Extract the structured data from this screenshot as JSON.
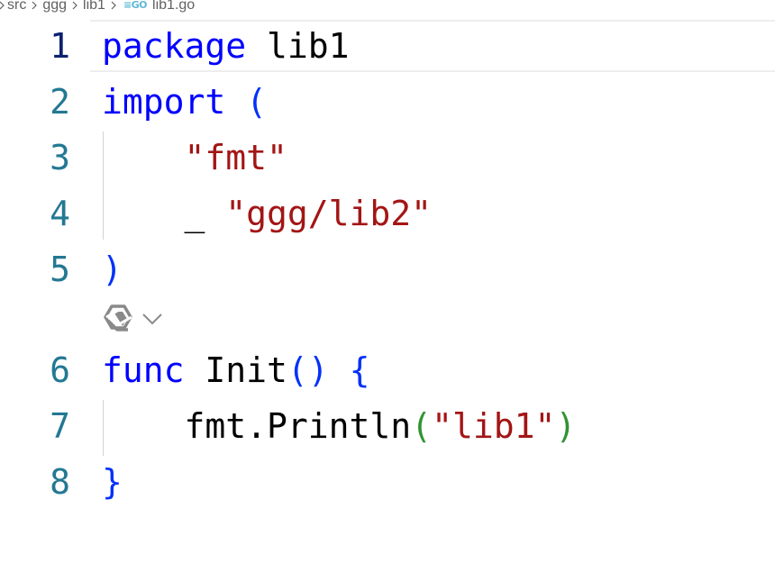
{
  "breadcrumb": {
    "items": [
      "src",
      "ggg",
      "lib1"
    ],
    "file_icon": "≡GO",
    "file_name": "lib1.go"
  },
  "editor": {
    "active_line": 1,
    "lines": [
      {
        "number": "1",
        "tokens": [
          {
            "text": "package",
            "kind": "kw"
          },
          {
            "text": " lib1",
            "kind": "plain"
          }
        ]
      },
      {
        "number": "2",
        "tokens": [
          {
            "text": "import",
            "kind": "kw"
          },
          {
            "text": " ",
            "kind": "plain"
          },
          {
            "text": "(",
            "kind": "brace1"
          }
        ]
      },
      {
        "number": "3",
        "tokens": [
          {
            "text": "    ",
            "kind": "plain"
          },
          {
            "text": "\"fmt\"",
            "kind": "str"
          }
        ]
      },
      {
        "number": "4",
        "tokens": [
          {
            "text": "    _ ",
            "kind": "plain"
          },
          {
            "text": "\"ggg/lib2\"",
            "kind": "str"
          }
        ]
      },
      {
        "number": "5",
        "tokens": [
          {
            "text": ")",
            "kind": "brace1"
          }
        ]
      },
      {
        "number": "6",
        "tokens": [
          {
            "text": "func",
            "kind": "kw"
          },
          {
            "text": " Init",
            "kind": "plain"
          },
          {
            "text": "()",
            "kind": "brace1"
          },
          {
            "text": " ",
            "kind": "plain"
          },
          {
            "text": "{",
            "kind": "brace1"
          }
        ]
      },
      {
        "number": "7",
        "tokens": [
          {
            "text": "    fmt.Println",
            "kind": "plain"
          },
          {
            "text": "(",
            "kind": "brace2"
          },
          {
            "text": "\"lib1\"",
            "kind": "str"
          },
          {
            "text": ")",
            "kind": "brace2"
          }
        ]
      },
      {
        "number": "8",
        "tokens": [
          {
            "text": "}",
            "kind": "brace1"
          }
        ]
      }
    ]
  },
  "colors": {
    "keyword": "#0000ff",
    "string": "#a31515",
    "line_number": "#237893",
    "active_line_number": "#0b216f",
    "bracket_level1": "#0431fa",
    "bracket_level2": "#319331"
  },
  "codelens": {
    "icon": "tongyi-lingma-icon",
    "dropdown_icon": "chevron-down-icon"
  }
}
